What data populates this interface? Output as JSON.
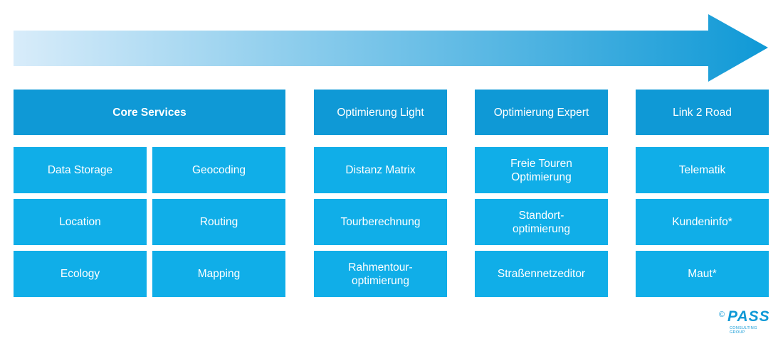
{
  "colors": {
    "header": "#0f99d6",
    "item": "#10aee8",
    "arrow_start": "#d8ecfa",
    "arrow_end": "#0f99d6"
  },
  "columns": {
    "core": {
      "title": "Core Services",
      "items": [
        "Data Storage",
        "Geocoding",
        "Location",
        "Routing",
        "Ecology",
        "Mapping"
      ]
    },
    "light": {
      "title": "Optimierung Light",
      "items": [
        "Distanz Matrix",
        "Tourberechnung",
        "Rahmentour-\noptimierung"
      ]
    },
    "expert": {
      "title": "Optimierung Expert",
      "items": [
        "Freie Touren\nOptimierung",
        "Standort-\noptimierung",
        "Straßennetzeditor"
      ]
    },
    "road": {
      "title": "Link 2 Road",
      "items": [
        "Telematik",
        "Kundeninfo*",
        "Maut*"
      ]
    }
  },
  "logo": {
    "copyright": "©",
    "brand": "PASS",
    "tagline": "CONSULTING GROUP"
  }
}
